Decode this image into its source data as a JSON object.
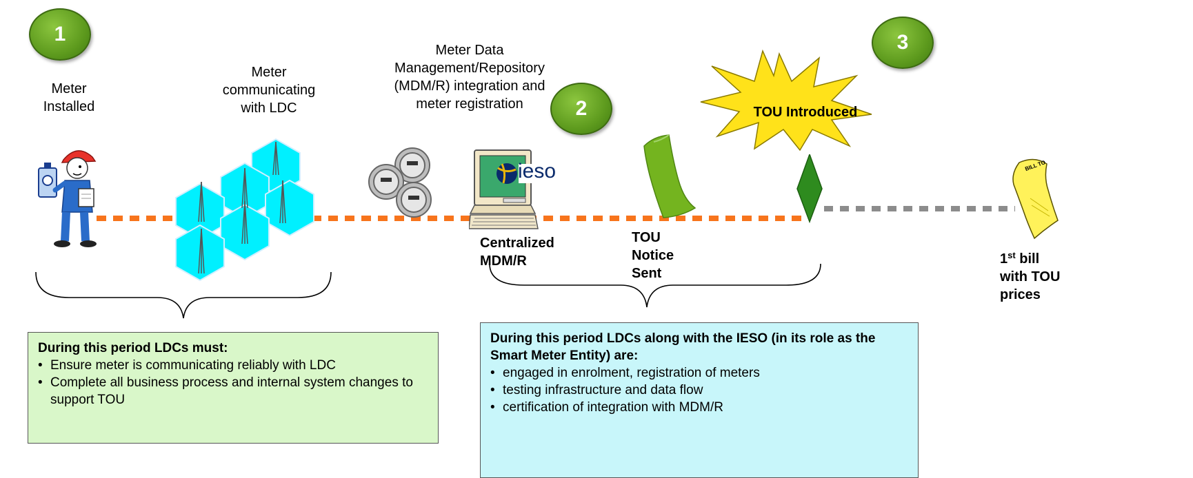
{
  "steps": {
    "step1": "1",
    "step2": "2",
    "step3": "3"
  },
  "labels": {
    "meter_installed_1": "Meter",
    "meter_installed_2": "Installed",
    "meter_comm_1": "Meter",
    "meter_comm_2": "communicating",
    "meter_comm_3": "with LDC",
    "mdm_1": "Meter Data",
    "mdm_2": "Management/Repository",
    "mdm_3": "(MDM/R) integration and",
    "mdm_4": "meter registration",
    "tou_introduced": "TOU Introduced",
    "centralized_1": "Centralized",
    "centralized_2": "MDM/R",
    "tou_notice_1": "TOU",
    "tou_notice_2": "Notice",
    "tou_notice_3": "Sent",
    "bill_num": "1",
    "bill_sup": "st",
    "bill_1": " bill",
    "bill_2": "with TOU",
    "bill_3": "prices",
    "ieso_logo": "ieso",
    "bill_to": "BILL TO"
  },
  "box_ldc": {
    "heading": "During this period LDCs must:",
    "items": [
      "Ensure meter is communicating reliably with LDC",
      "Complete all business process and internal system changes to support TOU"
    ]
  },
  "box_ieso": {
    "heading": "During this period LDCs along with the IESO (in its role as the Smart Meter Entity) are:",
    "items": [
      "engaged in enrolment, registration of meters",
      "testing infrastructure and data flow",
      "certification of integration with MDM/R"
    ]
  },
  "colors": {
    "orange_line": "#f7741c",
    "gray_line": "#8c8c8c",
    "hex_fill": "#00f0ff",
    "box_green": "#d9f7c9",
    "box_cyan": "#c8f6fa",
    "burst": "#ffe21a",
    "diamond": "#2e8b1e"
  }
}
